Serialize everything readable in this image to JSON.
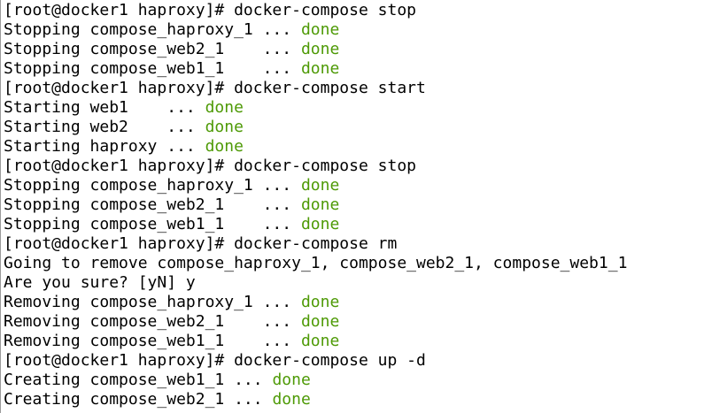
{
  "colors": {
    "text": "#000000",
    "done": "#4e9a06",
    "background": "#ffffff"
  },
  "terminal": {
    "lines": [
      {
        "text": "[root@docker1 haproxy]# docker-compose stop",
        "status": ""
      },
      {
        "text": "Stopping compose_haproxy_1 ... ",
        "status": "done"
      },
      {
        "text": "Stopping compose_web2_1    ... ",
        "status": "done"
      },
      {
        "text": "Stopping compose_web1_1    ... ",
        "status": "done"
      },
      {
        "text": "[root@docker1 haproxy]# docker-compose start",
        "status": ""
      },
      {
        "text": "Starting web1    ... ",
        "status": "done"
      },
      {
        "text": "Starting web2    ... ",
        "status": "done"
      },
      {
        "text": "Starting haproxy ... ",
        "status": "done"
      },
      {
        "text": "[root@docker1 haproxy]# docker-compose stop",
        "status": ""
      },
      {
        "text": "Stopping compose_haproxy_1 ... ",
        "status": "done"
      },
      {
        "text": "Stopping compose_web2_1    ... ",
        "status": "done"
      },
      {
        "text": "Stopping compose_web1_1    ... ",
        "status": "done"
      },
      {
        "text": "[root@docker1 haproxy]# docker-compose rm",
        "status": ""
      },
      {
        "text": "Going to remove compose_haproxy_1, compose_web2_1, compose_web1_1",
        "status": ""
      },
      {
        "text": "Are you sure? [yN] y",
        "status": ""
      },
      {
        "text": "Removing compose_haproxy_1 ... ",
        "status": "done"
      },
      {
        "text": "Removing compose_web2_1    ... ",
        "status": "done"
      },
      {
        "text": "Removing compose_web1_1    ... ",
        "status": "done"
      },
      {
        "text": "[root@docker1 haproxy]# docker-compose up -d",
        "status": ""
      },
      {
        "text": "Creating compose_web1_1 ... ",
        "status": "done"
      },
      {
        "text": "Creating compose_web2_1 ... ",
        "status": "done"
      }
    ]
  }
}
